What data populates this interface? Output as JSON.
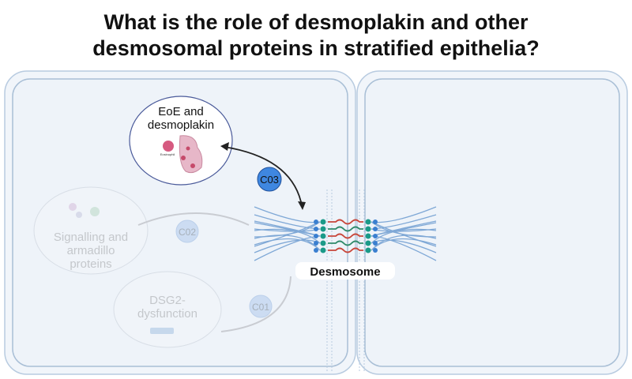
{
  "title_line1": "What is the role of desmoplakin and other",
  "title_line2": "desmosomal proteins in stratified epithelia?",
  "eoe": {
    "line1": "EoE and",
    "line2": "desmoplakin",
    "cell_label": "Eosinophil",
    "badge": "C03"
  },
  "signalling": {
    "line1": "Signalling and",
    "line2": "armadillo",
    "line3": "proteins",
    "badge": "C02"
  },
  "dsg2": {
    "line1": "DSG2-",
    "line2": "dysfunction",
    "badge": "C01"
  },
  "desmosome_label": "Desmosome",
  "colors": {
    "cell_fill": "#eef3f9",
    "membrane": "#a9bfd6",
    "badge": "#3f87e0",
    "filament": "#7fa8d6",
    "red": "#c8463a",
    "green": "#2f8a6a"
  }
}
